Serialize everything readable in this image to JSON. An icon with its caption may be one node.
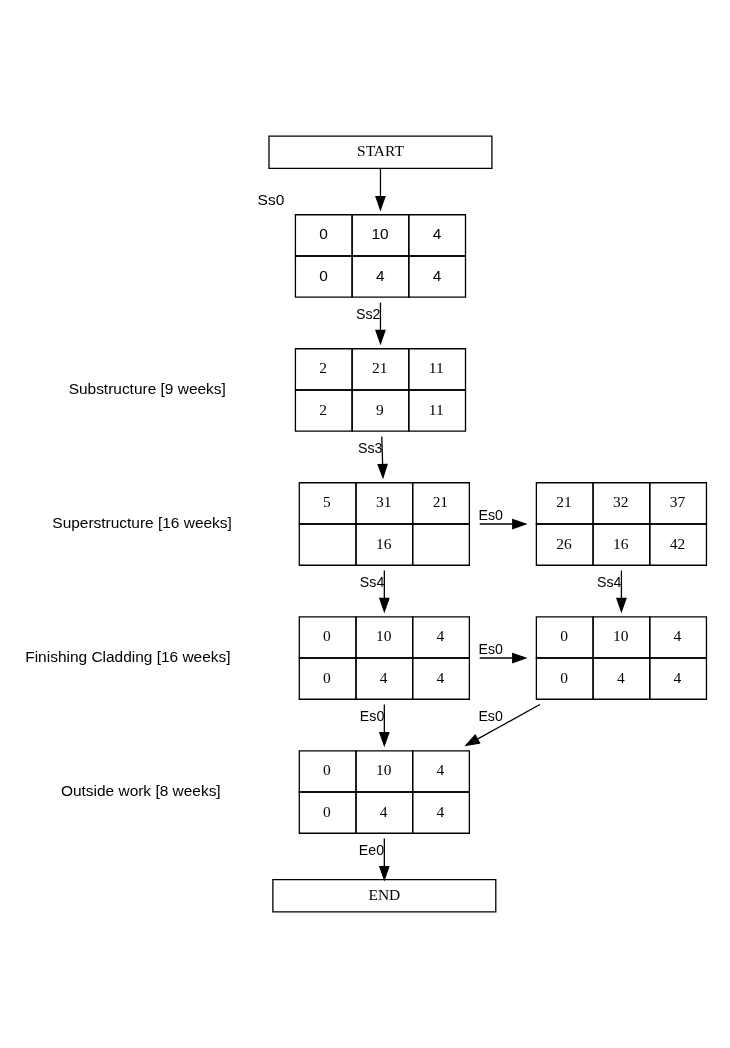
{
  "diagram": {
    "nodes": [
      {
        "text": [
          "START"
        ]
      },
      {
        "text": [
          "0",
          "10",
          "4",
          "0",
          "4",
          "4"
        ],
        "beside": [
          "Ss0"
        ]
      },
      {
        "text": [
          "2",
          "21",
          "11",
          "2",
          "9",
          "11"
        ]
      },
      {
        "text": [
          "5",
          "31",
          "21",
          "16"
        ]
      },
      {
        "text": [
          "21",
          "32",
          "37",
          "26",
          "16",
          "42"
        ]
      },
      {
        "text": [
          "0",
          "10",
          "4",
          "0",
          "4",
          "4"
        ]
      },
      {
        "text": [
          "0",
          "10",
          "4",
          "0",
          "4",
          "4"
        ]
      },
      {
        "text": [
          "0",
          "10",
          "4",
          "0",
          "4",
          "4"
        ]
      },
      {
        "text": [
          "END"
        ]
      }
    ],
    "edges": [
      {
        "from": 0,
        "to": 1,
        "arrow": "to"
      },
      {
        "from": 1,
        "to": 2,
        "arrow": "to",
        "label": "Ss2"
      },
      {
        "from": 2,
        "to": 3,
        "arrow": "to",
        "label": "Ss3"
      },
      {
        "from": 3,
        "to": 4,
        "arrow": "to",
        "label": "Es0"
      },
      {
        "from": 3,
        "to": 5,
        "arrow": "to",
        "label": "Ss4"
      },
      {
        "from": 4,
        "to": 6,
        "arrow": "to",
        "label": "Ss4"
      },
      {
        "from": 5,
        "to": 6,
        "arrow": "to",
        "label": "Es0"
      },
      {
        "from": 5,
        "to": 7,
        "arrow": "to",
        "label": "Es0"
      },
      {
        "from": 6,
        "to": 7,
        "arrow": "to",
        "label": "Es0"
      },
      {
        "from": 7,
        "to": 8,
        "arrow": "to",
        "label": "Ee0"
      }
    ],
    "labels": [
      "Substructure [9 weeks]",
      "Superstructure [16 weeks]",
      "Finishing Cladding [16 weeks]",
      "Outside work [8 weeks]"
    ]
  }
}
